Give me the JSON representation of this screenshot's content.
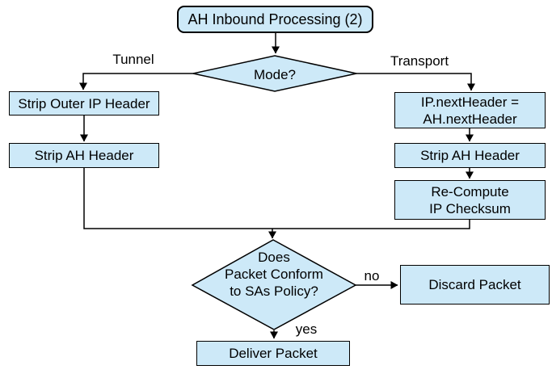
{
  "diagram": {
    "type": "flowchart",
    "title": "AH Inbound Processing (2)",
    "colors": {
      "node_fill": "#cde9f8",
      "node_border": "#000000",
      "line": "#000000",
      "background": "#ffffff",
      "text": "#000000"
    },
    "nodes": {
      "start": {
        "label": "AH Inbound Processing (2)",
        "shape": "rounded-rectangle"
      },
      "mode": {
        "label": "Mode?",
        "shape": "diamond"
      },
      "strip_outer_ip": {
        "label": "Strip Outer IP Header",
        "shape": "rectangle"
      },
      "strip_ah_tunnel": {
        "label": "Strip AH Header",
        "shape": "rectangle"
      },
      "ip_next_header": {
        "label": "IP.nextHeader =\nAH.nextHeader",
        "shape": "rectangle"
      },
      "strip_ah_transport": {
        "label": "Strip AH Header",
        "shape": "rectangle"
      },
      "recompute_checksum": {
        "label": "Re-Compute\nIP Checksum",
        "shape": "rectangle"
      },
      "policy": {
        "label": "Does\nPacket Conform\nto SAs Policy?",
        "shape": "diamond"
      },
      "discard": {
        "label": "Discard Packet",
        "shape": "rectangle"
      },
      "deliver": {
        "label": "Deliver Packet",
        "shape": "rectangle"
      }
    },
    "edge_labels": {
      "tunnel": "Tunnel",
      "transport": "Transport",
      "no": "no",
      "yes": "yes"
    }
  }
}
